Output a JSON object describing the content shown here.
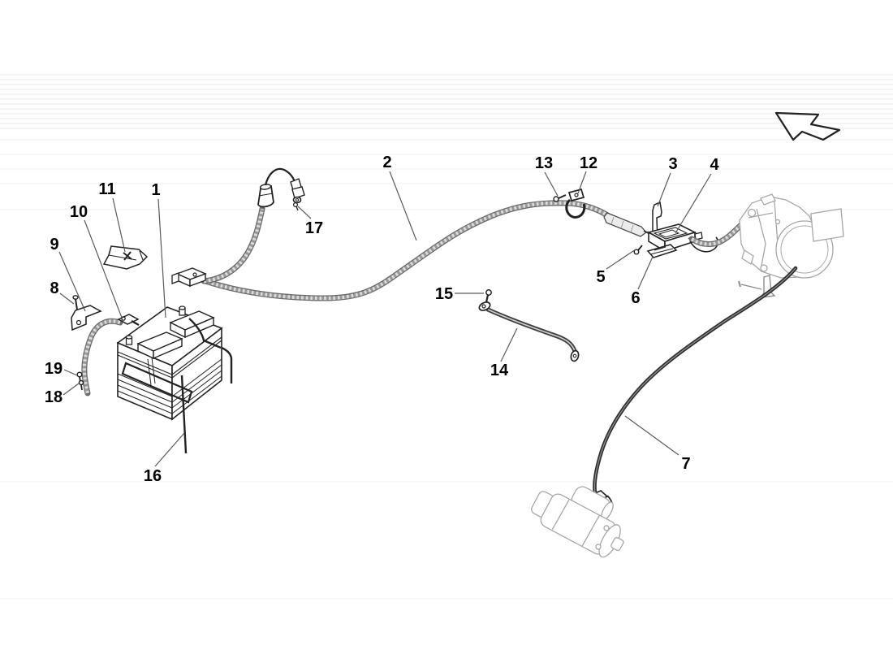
{
  "figure": {
    "kind": "exploded-parts-diagram",
    "subject": "battery, starter and alternator wiring",
    "background_color": "#ffffff",
    "ink_color": "#222222",
    "light_part_color": "#a6a6a6",
    "cable_dark_color": "#303030",
    "braid_light_color": "#dcdcdc",
    "leader_color": "#5a5a5a",
    "label_color": "#000000"
  },
  "icons": {
    "direction_arrow": "outline-block-arrow-pointing-upper-left"
  },
  "callouts": [
    {
      "num": "1"
    },
    {
      "num": "2"
    },
    {
      "num": "3"
    },
    {
      "num": "4"
    },
    {
      "num": "5"
    },
    {
      "num": "6"
    },
    {
      "num": "7"
    },
    {
      "num": "8"
    },
    {
      "num": "9"
    },
    {
      "num": "10"
    },
    {
      "num": "11"
    },
    {
      "num": "12"
    },
    {
      "num": "13"
    },
    {
      "num": "14"
    },
    {
      "num": "15"
    },
    {
      "num": "16"
    },
    {
      "num": "17"
    },
    {
      "num": "18"
    },
    {
      "num": "19"
    }
  ]
}
